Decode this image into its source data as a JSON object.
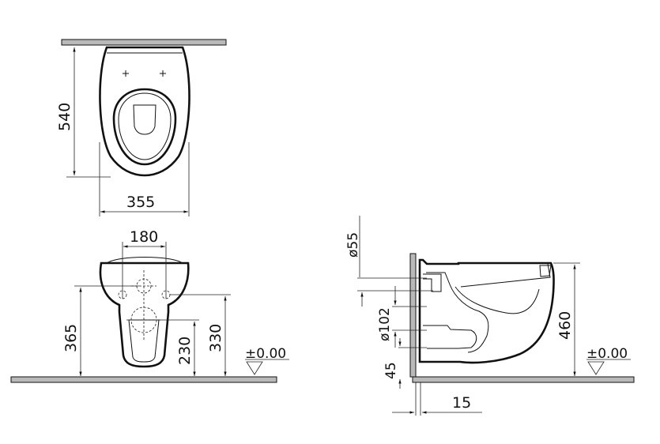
{
  "top_view": {
    "depth_label": "540",
    "width_label": "355"
  },
  "front_view": {
    "hole_spacing_label": "180",
    "total_height_label": "365",
    "fixing_height_label": "330",
    "outlet_height_label": "230",
    "floor_level_label": "±0.00"
  },
  "side_view": {
    "inlet_diameter_label": "ø55",
    "outlet_diameter_label": "ø102",
    "outlet_offset_label": "45",
    "rim_height_label": "460",
    "wall_gap_label": "15",
    "floor_level_label": "±0.00"
  }
}
